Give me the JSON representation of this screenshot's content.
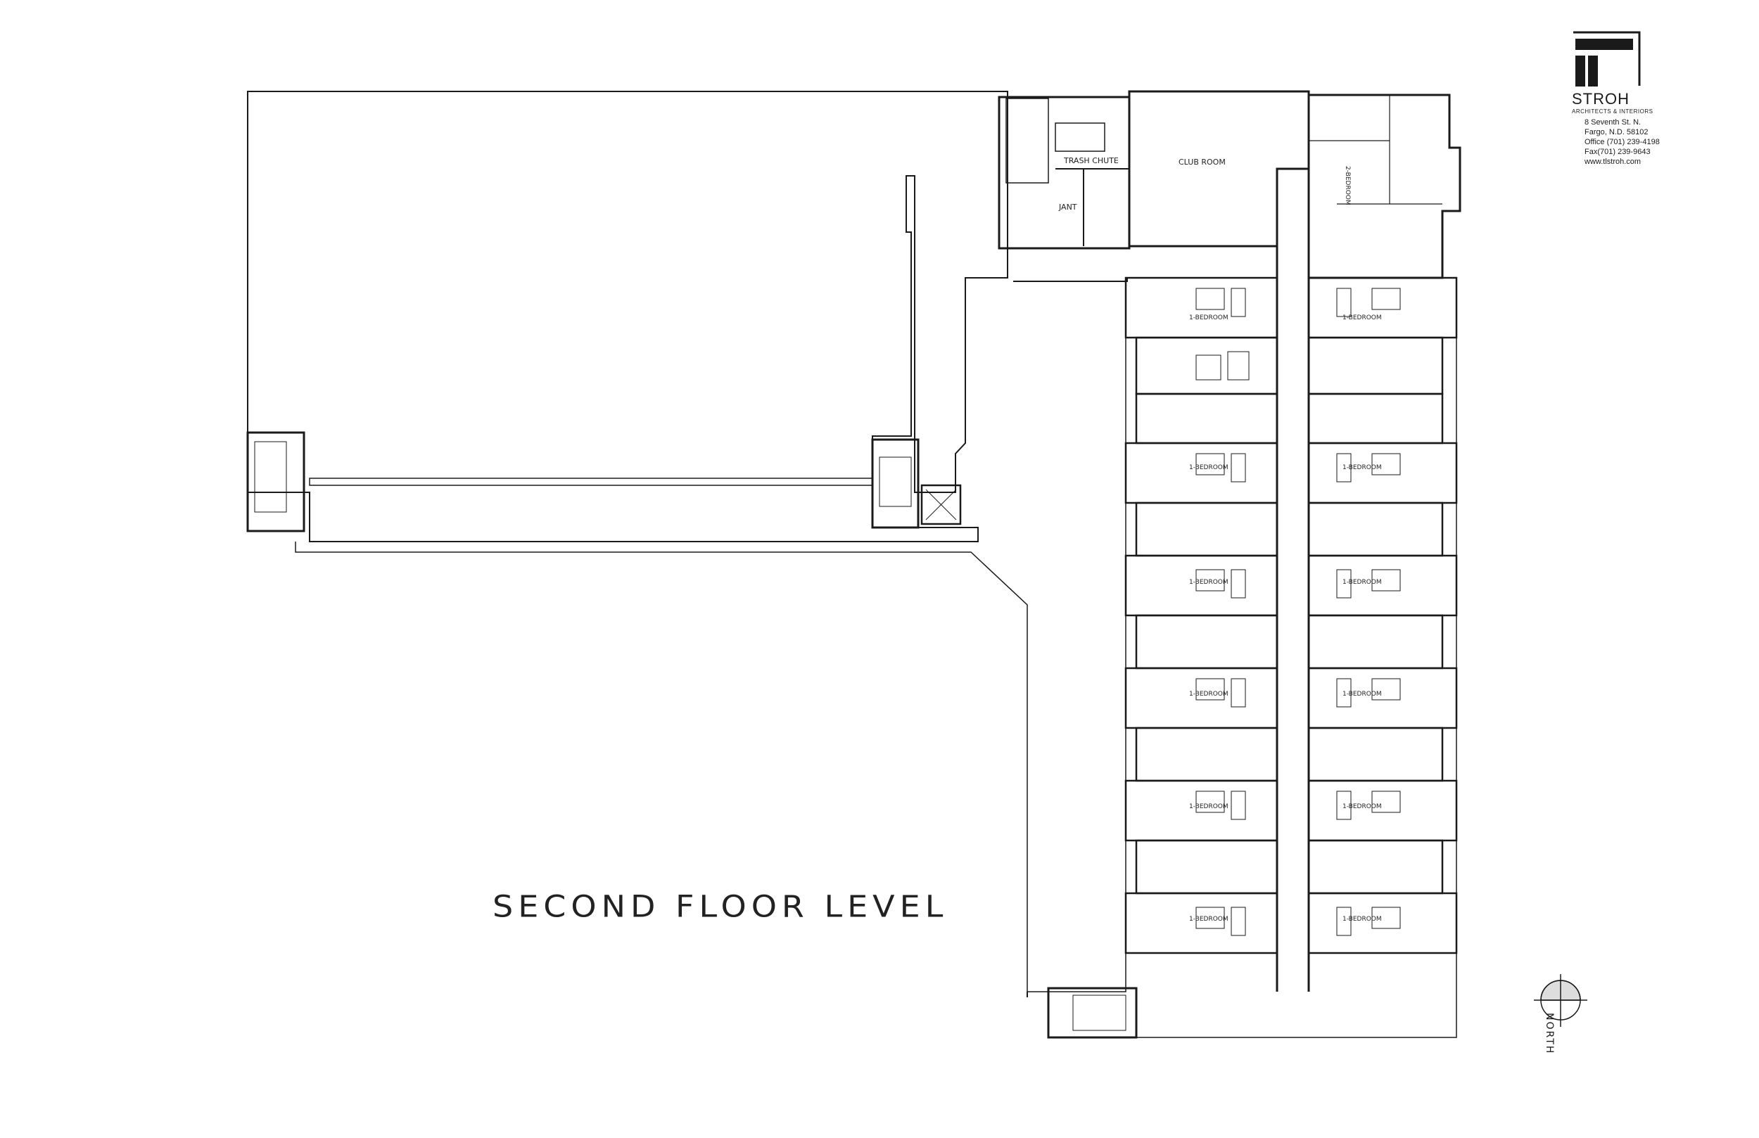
{
  "drawing": {
    "title": "SECOND FLOOR LEVEL",
    "north_label": "NORTH"
  },
  "firm": {
    "name": "STROH",
    "subtitle": "ARCHITECTS  &  INTERIORS",
    "address_line1": "8 Seventh St. N.",
    "address_line2": "Fargo, N.D. 58102",
    "office": "Office (701) 239-4198",
    "fax": "Fax(701) 239-9643",
    "web": "www.tlstroh.com"
  },
  "rooms": {
    "trash_chute": "TRASH CHUTE",
    "club_room": "CLUB ROOM",
    "jant": "JANT",
    "two_bedroom": "2-BEDROOM"
  },
  "units": {
    "left": [
      "1-BEDROOM",
      "1-BEDROOM",
      "1-BEDROOM",
      "1-BEDROOM",
      "1-BEDROOM",
      "1-BEDROOM"
    ],
    "right": [
      "1-BEDROOM",
      "1-BEDROOM",
      "1-BEDROOM",
      "1-BEDROOM",
      "1-BEDROOM",
      "1-BEDROOM"
    ]
  },
  "colors": {
    "line": "#1a1a1a",
    "paper": "#ffffff"
  }
}
